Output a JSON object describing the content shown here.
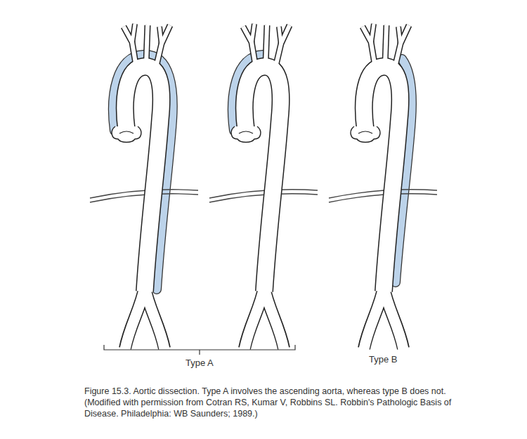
{
  "diagram": {
    "caption": "Figure 15.3. Aortic dissection. Type A involves the ascending aorta, whereas type B does not. (Modified with permission from Cotran RS, Kumar V, Robbins SL. Robbin's Pathologic Basis of Disease. Philadelphia: WB Saunders; 1989.)",
    "labels": [
      "Type A",
      "Type B"
    ]
  }
}
